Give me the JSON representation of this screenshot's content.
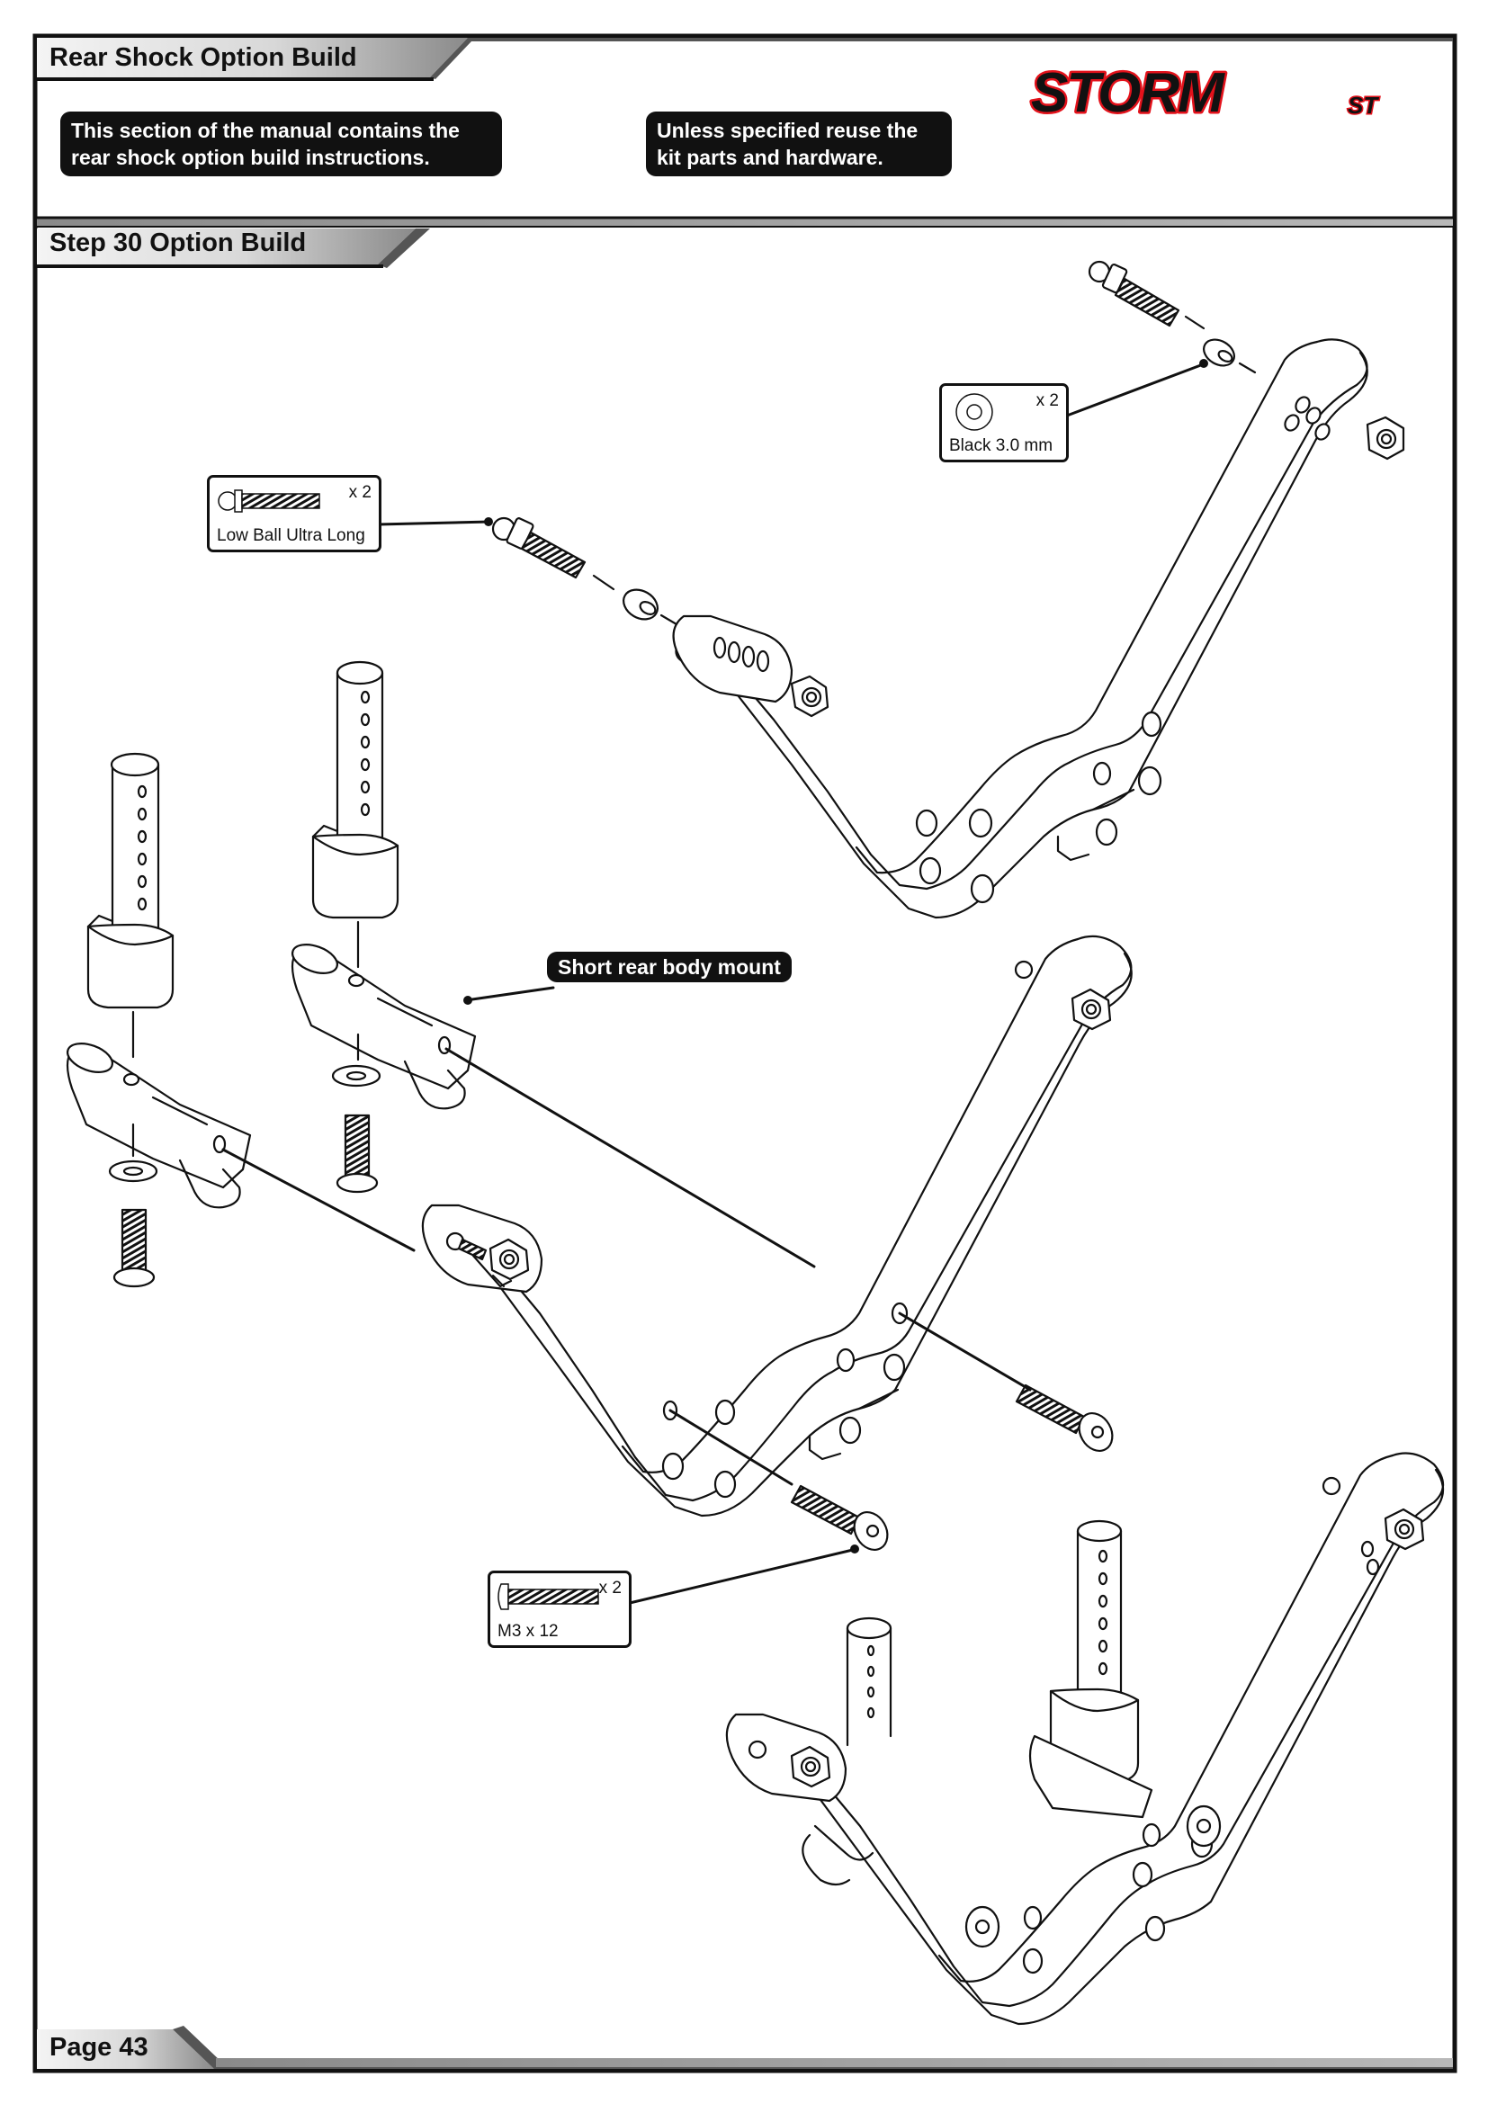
{
  "header": {
    "section_title": "Rear Shock Option Build",
    "brand": "STORM",
    "brand_suffix": "ST"
  },
  "notes": [
    {
      "lines": [
        "This section of the manual contains the",
        "rear shock option build instructions."
      ]
    },
    {
      "lines": [
        "Unless specified reuse the",
        "kit parts and hardware."
      ]
    }
  ],
  "step": {
    "title": "Step 30 Option Build"
  },
  "parts": {
    "washer": {
      "qty": "x 2",
      "name": "Black 3.0 mm"
    },
    "ball": {
      "qty": "x 2",
      "name": "Low Ball Ultra Long"
    },
    "screw": {
      "qty": "x 2",
      "name": "M3 x 12"
    }
  },
  "callouts": {
    "body_mount": "Short rear body mount"
  },
  "footer": {
    "page_label": "Page 43"
  },
  "colors": {
    "frame": "#111111",
    "header_gray": "#888888",
    "logo_red": "#e3121b",
    "note_bg": "#111111"
  }
}
